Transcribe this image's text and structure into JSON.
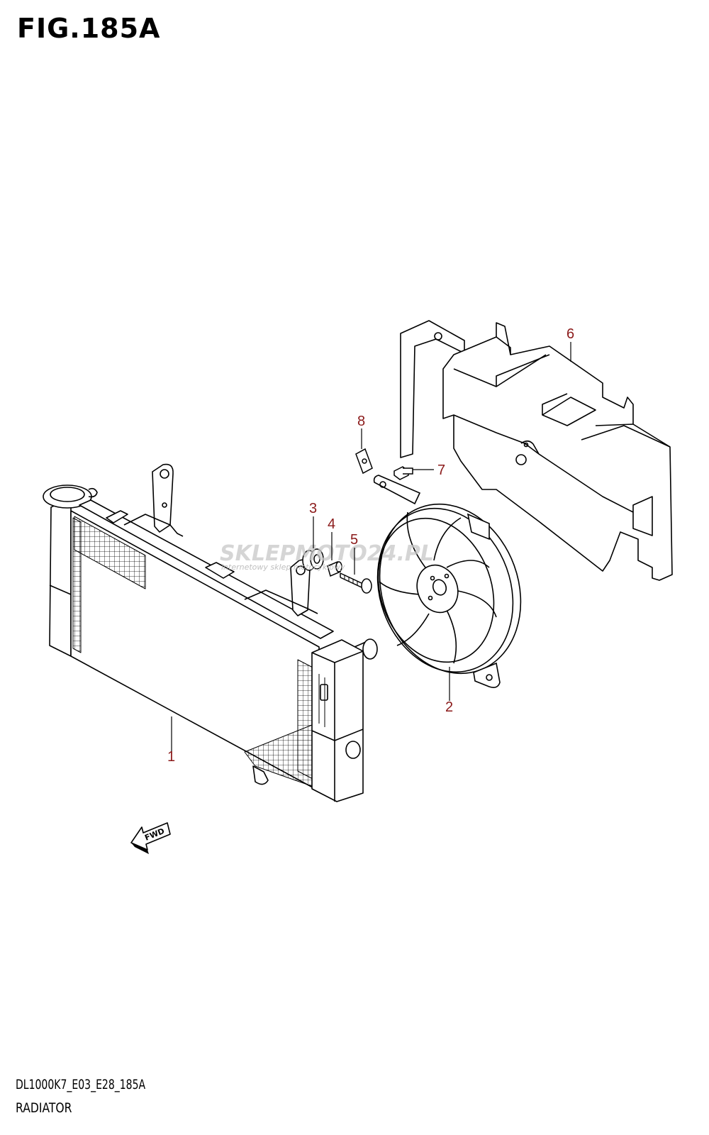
{
  "figure": {
    "title": "FIG.185A",
    "code": "DL1000K7_E03_E28_185A",
    "name": "RADIATOR"
  },
  "callouts": [
    {
      "id": "1",
      "label": "1"
    },
    {
      "id": "2",
      "label": "2"
    },
    {
      "id": "3",
      "label": "3"
    },
    {
      "id": "4",
      "label": "4"
    },
    {
      "id": "5",
      "label": "5"
    },
    {
      "id": "6",
      "label": "6"
    },
    {
      "id": "7",
      "label": "7"
    },
    {
      "id": "8",
      "label": "8"
    }
  ],
  "watermark": {
    "main": "SKLEPMOTO24.PL",
    "sub": "internetowy sklep motocyklowy"
  },
  "direction_arrow": {
    "label": "FWD"
  },
  "colors": {
    "callout": "#8b1a1a",
    "line": "#000000"
  }
}
